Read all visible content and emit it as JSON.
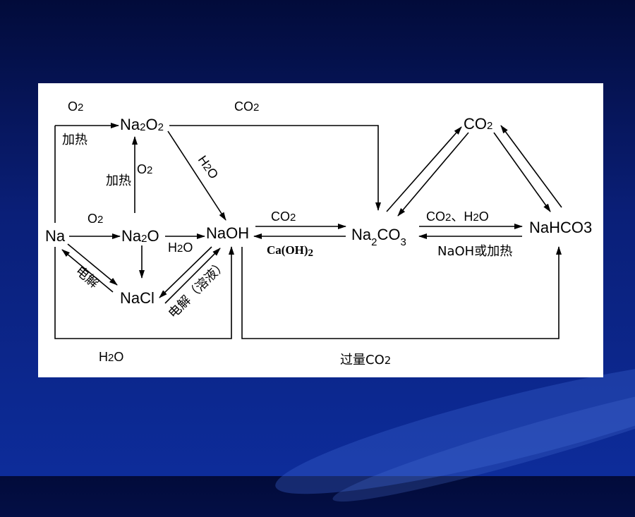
{
  "slide": {
    "background_color": "#0a1f78",
    "panel_color": "#ffffff"
  },
  "nodes": {
    "na": "Na",
    "na2o2": {
      "base1": "Na",
      "sub1": "2",
      "base2": "O",
      "sub2": "2"
    },
    "na2o": {
      "base1": "Na",
      "sub1": "2",
      "base2": "O"
    },
    "naoh": "NaOH",
    "nacl": "NaCl",
    "na2co3": {
      "base1": "Na",
      "sub1": "2",
      "base2": "CO",
      "sub2": "3"
    },
    "co2": {
      "base": "CO",
      "sub": "2"
    },
    "nahco3": "NaHCO3"
  },
  "labels": {
    "na_na2o2_top": {
      "base": "O",
      "sub": "2"
    },
    "na_na2o2_bottom": "加热",
    "na2o_na2o2_left": "加热",
    "na2o_na2o2_right": {
      "base": "O",
      "sub": "2"
    },
    "na_na2o": {
      "base": "O",
      "sub": "2"
    },
    "na2o2_na2co3": {
      "base": "CO",
      "sub": "2"
    },
    "na2o2_naoh": {
      "pre": "H",
      "sub": "2",
      "post": "O"
    },
    "na2o_naoh": {
      "pre": "H",
      "sub": "2",
      "post": "O"
    },
    "na_nacl": "电解",
    "nacl_naoh": "电解（溶液）",
    "naoh_na2co3_top": {
      "base": "CO",
      "sub": "2"
    },
    "na2co3_naoh_bottom": {
      "base": "Ca(OH)",
      "sub": "2"
    },
    "na2co3_nahco3_top": {
      "pre": "CO",
      "sub1": "2",
      "mid": "、H",
      "sub2": "2",
      "post": "O"
    },
    "nahco3_na2co3_bottom": "NaOH或加热",
    "na_loop_bottom": {
      "pre": "H",
      "sub": "2",
      "post": "O"
    },
    "naoh_loop_bottom": {
      "pre": "过量CO",
      "sub": "2"
    }
  }
}
